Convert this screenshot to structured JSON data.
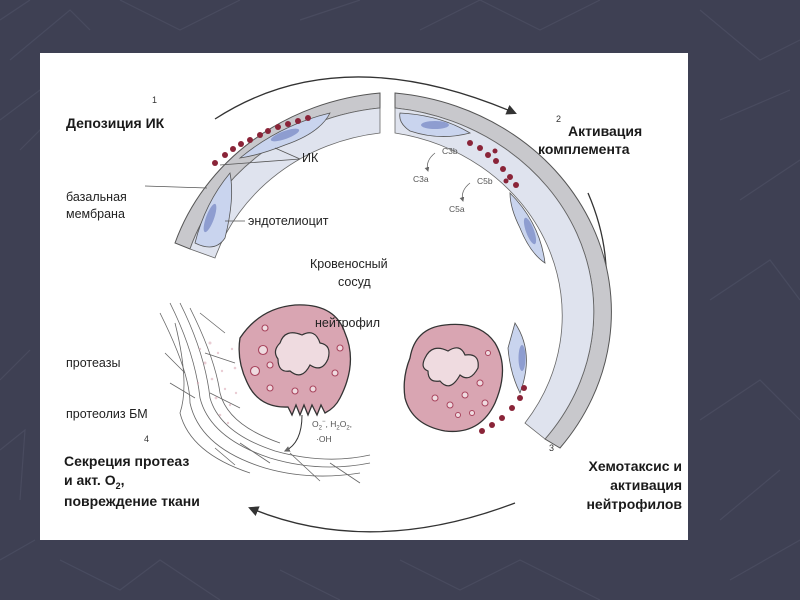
{
  "diagram": {
    "steps": [
      {
        "number": "1",
        "title": "Депозиция ИК"
      },
      {
        "number": "2",
        "title_line1": "Активация",
        "title_line2": "комплемента"
      },
      {
        "number": "3",
        "title_line1": "Хемотаксис и",
        "title_line2": "активация",
        "title_line3": "нейтрофилов"
      },
      {
        "number": "4",
        "title_line1": "Секреция протеаз",
        "title_line2_prefix": "и акт. O",
        "title_line2_sub": "2",
        "title_line2_suffix": ",",
        "title_line3": "повреждение ткани"
      }
    ],
    "labels": {
      "immune_complex": "ИК",
      "basement_membrane_line1": "базальная",
      "basement_membrane_line2": "мембрана",
      "endothelium": "эндотелиоцит",
      "vessel_line1": "Кровеносный",
      "vessel_line2": "сосуд",
      "neutrophil": "нейтрофил",
      "proteases": "протеазы",
      "proteolysis": "протеолиз БМ"
    },
    "complement": {
      "c3b": "C3b",
      "c3a": "C3a",
      "c5b": "C5b",
      "c5a": "C5a"
    },
    "ros": {
      "o2_base": "O",
      "o2_sub": "2",
      "o2_sup": "−",
      "h2o2_1": "H",
      "h2o2_sub1": "2",
      "h2o2_2": "O",
      "h2o2_sub2": "2",
      "h2o2_comma": ",",
      "oh": "·OH"
    }
  },
  "colors": {
    "slide_background": "#3e4053",
    "panel_background": "#ffffff",
    "vessel_wall": "#c8c8cc",
    "endothelial_cell": "#c9d4ee",
    "endothelial_nucleus": "#8e9dd0",
    "neutrophil_body": "#d9a5b2",
    "neutrophil_nucleus": "#efdbe0",
    "immune_complex_dot": "#8a2438",
    "granule": "#a8455e",
    "outline": "#333333"
  }
}
